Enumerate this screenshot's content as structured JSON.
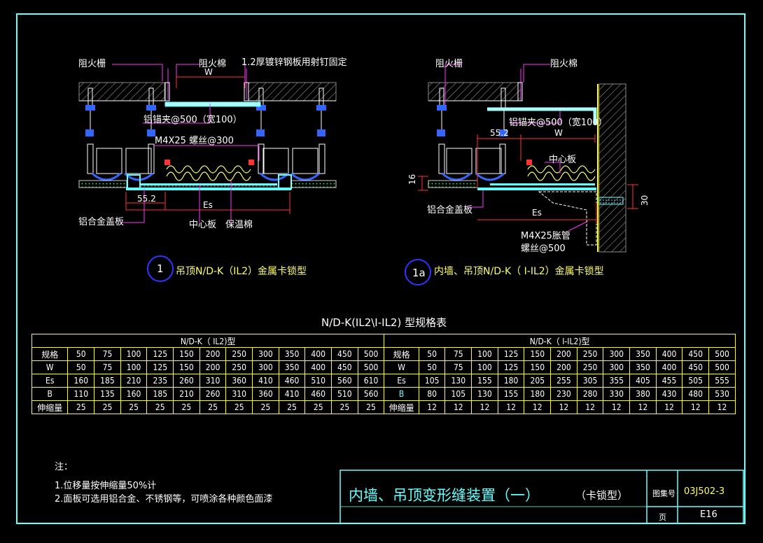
{
  "drawing": {
    "fig1": {
      "labels": {
        "fire_grid": "阻火栅",
        "fire_cotton": "阻火棉",
        "steel_plate": "1.2厚镀锌钢板用射钉固定",
        "w": "W",
        "anchor_clip": "铝锚夹@500（宽100）",
        "screw": "M4X25 螺丝@300",
        "dim_552": "55.2",
        "es": "Es",
        "cover_plate": "铝合金盖板",
        "center_plate": "中心板",
        "insulation": "保温棉"
      },
      "caption_num": "1",
      "caption": "吊顶N/D-K（IL2）金属卡锁型"
    },
    "fig1a": {
      "labels": {
        "fire_grid": "阻火栅",
        "fire_cotton": "阻火棉",
        "anchor_clip": "铝锚夹@500（宽100）",
        "w": "W",
        "dim_552": "55.2",
        "center_plate": "中心板",
        "dim_16": "16",
        "dim_30": "30",
        "es": "Es",
        "cover_plate": "铝合金盖板",
        "screw_line1": "M4X25胀管",
        "screw_line2": "螺丝@500"
      },
      "caption_num": "1a",
      "caption": "内墙、吊顶N/D-K（ I-IL2）金属卡锁型"
    }
  },
  "spec_table": {
    "title": "N/D-K(IL2\\I-IL2) 型规格表",
    "left": {
      "header": "N/D-K（ IL2)型",
      "rows": [
        {
          "label": "规格",
          "values": [
            "50",
            "75",
            "100",
            "125",
            "150",
            "200",
            "250",
            "300",
            "350",
            "400",
            "450",
            "500"
          ]
        },
        {
          "label": "W",
          "values": [
            "50",
            "75",
            "100",
            "125",
            "150",
            "200",
            "250",
            "300",
            "350",
            "400",
            "450",
            "500"
          ]
        },
        {
          "label": "Es",
          "values": [
            "160",
            "185",
            "210",
            "235",
            "260",
            "310",
            "360",
            "410",
            "460",
            "510",
            "560",
            "610"
          ]
        },
        {
          "label": "B",
          "values": [
            "110",
            "135",
            "160",
            "185",
            "210",
            "260",
            "310",
            "360",
            "410",
            "460",
            "510",
            "560"
          ]
        },
        {
          "label": "伸缩量",
          "values": [
            "25",
            "25",
            "25",
            "25",
            "25",
            "25",
            "25",
            "25",
            "25",
            "25",
            "25",
            "25"
          ]
        }
      ]
    },
    "right": {
      "header": "N/D-K（ I-IL2)型",
      "rows": [
        {
          "label": "规格",
          "values": [
            "50",
            "75",
            "100",
            "125",
            "150",
            "200",
            "250",
            "300",
            "350",
            "400",
            "450",
            "500"
          ]
        },
        {
          "label": "W",
          "values": [
            "50",
            "75",
            "100",
            "125",
            "150",
            "200",
            "250",
            "300",
            "350",
            "400",
            "450",
            "500"
          ]
        },
        {
          "label": "Es",
          "values": [
            "105",
            "130",
            "155",
            "180",
            "205",
            "255",
            "305",
            "355",
            "405",
            "455",
            "505",
            "555"
          ]
        },
        {
          "label": "B",
          "values": [
            "80",
            "105",
            "130",
            "155",
            "180",
            "230",
            "280",
            "330",
            "380",
            "430",
            "480",
            "530"
          ]
        },
        {
          "label": "伸缩量",
          "values": [
            "12",
            "12",
            "12",
            "12",
            "12",
            "12",
            "12",
            "12",
            "12",
            "12",
            "12",
            "12"
          ]
        }
      ]
    }
  },
  "notes": {
    "title": "注：",
    "items": [
      "1.位移量按伸缩量50%计",
      "2.面板可选用铝合金、不锈钢等，可喷涂各种颜色面漆"
    ]
  },
  "title_block": {
    "title": "内墙、吊顶变形缝装置（一）",
    "subtitle": "（卡锁型）",
    "atlas_label": "图集号",
    "atlas_no": "03J502-3",
    "page_label": "页",
    "page_no": "E16"
  },
  "colors": {
    "border": "#66ffff",
    "table_line": "#ffff00",
    "leader": "#ff33ff",
    "dim_line": "#ff3333",
    "caption_text": "#ffff66",
    "insulation": "#ffff66",
    "fitting": "#66ffff",
    "profile": "#0000ff"
  }
}
